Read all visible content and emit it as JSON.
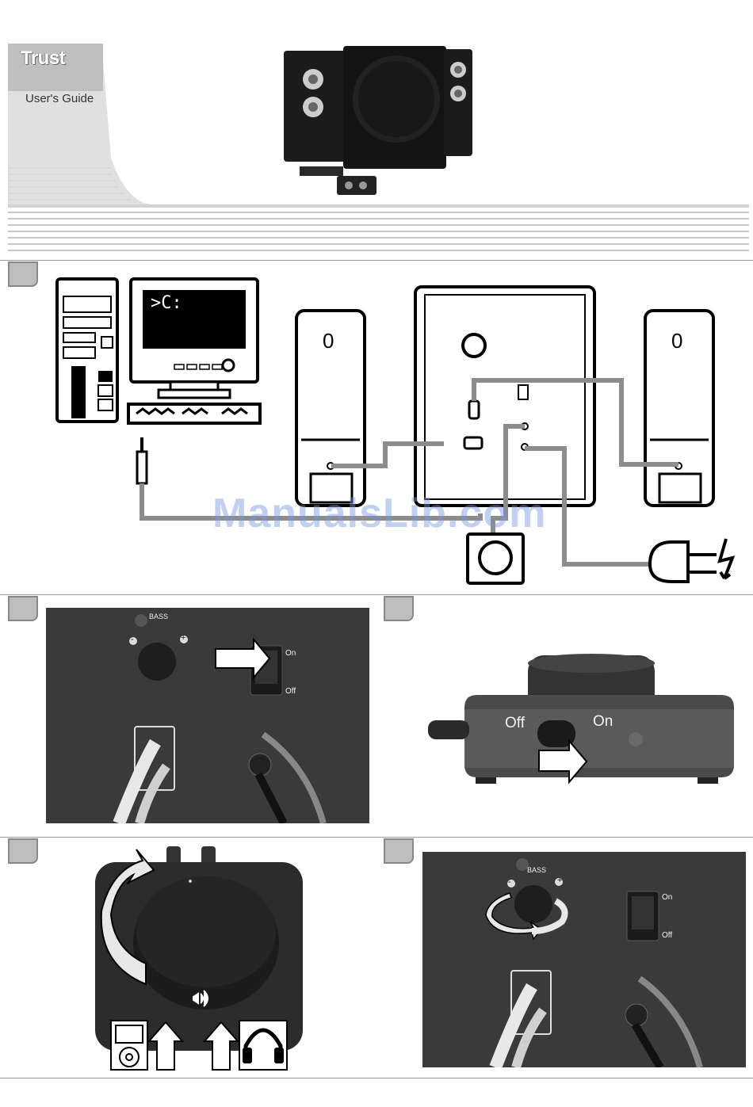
{
  "header": {
    "brand": "Trust",
    "guide_title": "User's Guide"
  },
  "figure1": {
    "screen_prompt": ">C:",
    "speaker_left_mark": "0",
    "speaker_right_mark": "0"
  },
  "watermark": "ManualsLib.com",
  "figure2": {
    "bass_label": "BASS",
    "minus": "-",
    "plus": "+",
    "on_label": "On",
    "off_label": "Off"
  },
  "figure3": {
    "off_label": "Off",
    "on_label": "On"
  },
  "figure5": {
    "bass_label": "BASS",
    "minus": "-",
    "plus": "+",
    "on_label": "On",
    "off_label": "Off"
  },
  "colors": {
    "cable": "#8c8c8c",
    "badge": "#bdbdbd",
    "photo_bg": "#3a3a3a"
  }
}
